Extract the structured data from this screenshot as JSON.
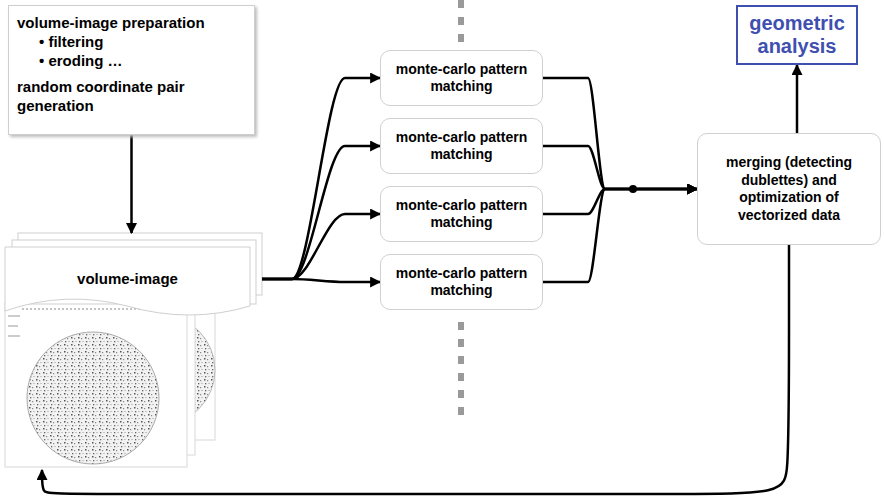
{
  "diagram": {
    "nodes": [
      {
        "text": [
          "volume-image preparation",
          "• filtering",
          "• eroding …",
          "random coordinate pair generation"
        ]
      },
      {
        "text": [
          "volume-image"
        ]
      },
      {
        "text": [
          "monte-carlo pattern matching"
        ]
      },
      {
        "text": [
          "monte-carlo pattern matching"
        ]
      },
      {
        "text": [
          "monte-carlo pattern matching"
        ]
      },
      {
        "text": [
          "monte-carlo pattern matching"
        ]
      },
      {
        "text": [
          "geometric analysis"
        ]
      },
      {
        "text": [
          "merging (detecting dublettes) and optimization of vectorized data"
        ]
      }
    ],
    "edges": [
      {
        "from": 0,
        "to": 1,
        "arrow": "to"
      },
      {
        "from": 1,
        "to": 2,
        "arrow": "to"
      },
      {
        "from": 1,
        "to": 3,
        "arrow": "to"
      },
      {
        "from": 1,
        "to": 4,
        "arrow": "to"
      },
      {
        "from": 1,
        "to": 5,
        "arrow": "to"
      },
      {
        "from": 2,
        "to": 7,
        "arrow": "to"
      },
      {
        "from": 3,
        "to": 7,
        "arrow": "to"
      },
      {
        "from": 4,
        "to": 7,
        "arrow": "to"
      },
      {
        "from": 5,
        "to": 7,
        "arrow": "to"
      },
      {
        "from": 7,
        "to": 6,
        "arrow": "to"
      },
      {
        "from": 7,
        "to": 1,
        "arrow": "to"
      }
    ]
  }
}
